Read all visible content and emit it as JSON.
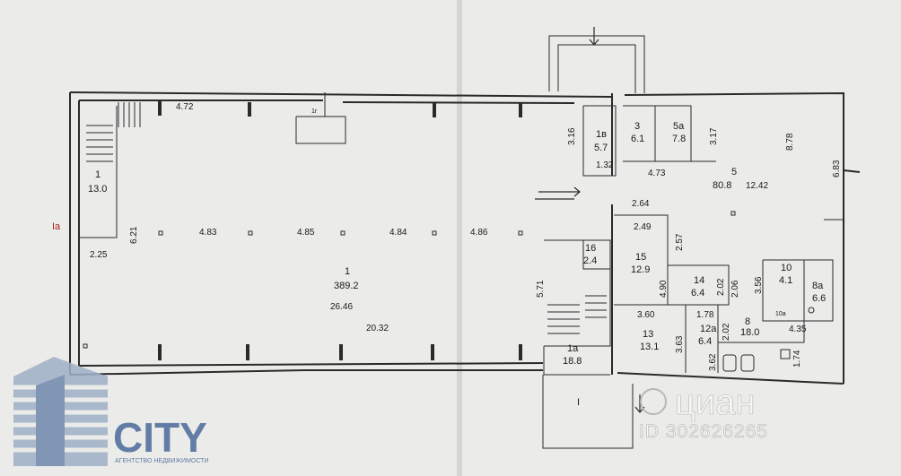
{
  "floor_plan": {
    "rooms": [
      {
        "number": "1",
        "area": "13.0"
      },
      {
        "number": "1",
        "area": "389.2"
      },
      {
        "number": "1в",
        "area": "5.7"
      },
      {
        "number": "3",
        "area": "6.1"
      },
      {
        "number": "5а",
        "area": "7.8"
      },
      {
        "number": "5",
        "area": "80.8"
      },
      {
        "number": "16",
        "area": "2.4"
      },
      {
        "number": "15",
        "area": "12.9"
      },
      {
        "number": "14",
        "area": "6.4"
      },
      {
        "number": "10",
        "area": "4.1"
      },
      {
        "number": "8а",
        "area": "6.6"
      },
      {
        "number": "13",
        "area": "13.1"
      },
      {
        "number": "12а",
        "area": "6.4"
      },
      {
        "number": "8",
        "area": "18.0"
      },
      {
        "number": "1а",
        "area": "18.8"
      }
    ],
    "dimensions": [
      "4.72",
      "6.21",
      "2.25",
      "4.83",
      "4.85",
      "4.84",
      "4.86",
      "26.46",
      "20.32",
      "3.16",
      "1.32",
      "4.73",
      "3.17",
      "8.78",
      "6.83",
      "12.42",
      "2.64",
      "2.49",
      "2.57",
      "5.71",
      "4.90",
      "2.02",
      "2.06",
      "3.56",
      "3.60",
      "3.63",
      "1.78",
      "2.02",
      "3.62",
      "4.35",
      "1.74"
    ],
    "markers": {
      "entrance_left": "Iа",
      "entrance_bottom": "I",
      "room_10a": "10а",
      "stair_label": "1г"
    }
  },
  "watermarks": {
    "agency_name": "CITY",
    "agency_tagline": "АГЕНТСТВО НЕДВИЖИМОСТИ",
    "listing_brand": "циан",
    "listing_id": "ID 302626265"
  }
}
